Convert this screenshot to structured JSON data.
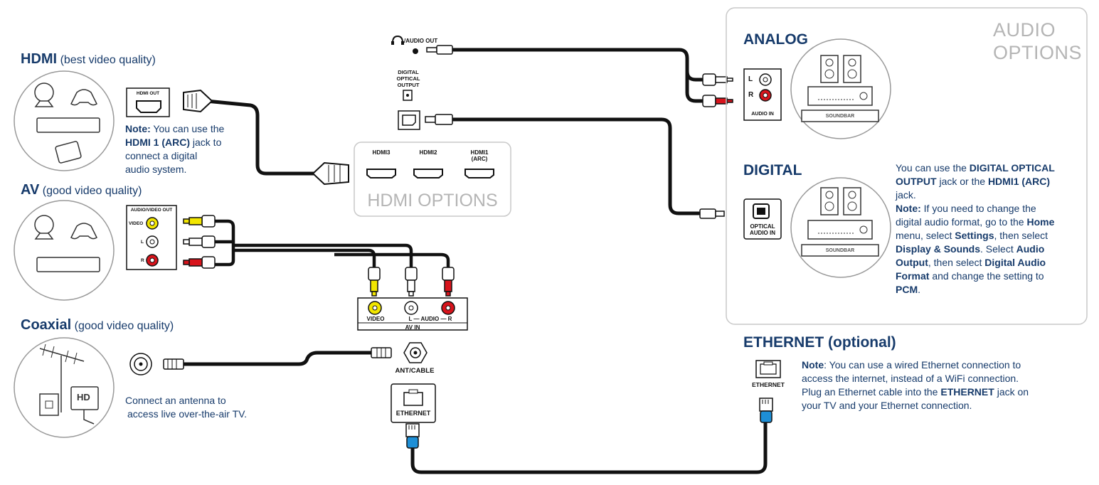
{
  "hdmi_section": {
    "title": "HDMI",
    "subtitle": "(best video quality)",
    "port_label": "HDMI OUT",
    "note_prefix": "Note:",
    "note_text1": " You can use the",
    "note_bold": "HDMI 1 (ARC)",
    "note_text2": " jack to",
    "note_line3": "connect a digital",
    "note_line4": "audio system."
  },
  "av_section": {
    "title": "AV",
    "subtitle": "(good video quality)",
    "port_header": "AUDIO/VIDEO OUT",
    "video_label": "VIDEO",
    "l_label": "L",
    "r_label": "R"
  },
  "coaxial_section": {
    "title": "Coaxial",
    "subtitle": "(good video quality)",
    "hd_label": "HD",
    "note_line1": "Connect an antenna to",
    "note_line2": "access live over-the-air TV."
  },
  "tv_panel": {
    "audio_out_label": "/AUDIO OUT",
    "optical_label_1": "DIGITAL",
    "optical_label_2": "OPTICAL",
    "optical_label_3": "OUTPUT",
    "hdmi3": "HDMI3",
    "hdmi2": "HDMI2",
    "hdmi1_line1": "HDMI1",
    "hdmi1_line2": "(ARC)",
    "hdmi_options": "HDMI OPTIONS",
    "av_in_video": "VIDEO",
    "av_in_audio": "L — AUDIO — R",
    "av_in_label": "AV IN",
    "ant_label": "ANT/CABLE",
    "ethernet_label": "ETHERNET"
  },
  "audio_panel": {
    "title_line1": "AUDIO",
    "title_line2": "OPTIONS",
    "analog_title": "ANALOG",
    "analog_l": "L",
    "analog_r": "R",
    "analog_in_label": "AUDIO IN",
    "soundbar_label": "SOUNDBAR",
    "digital_title": "DIGITAL",
    "optical_in_line1": "OPTICAL",
    "optical_in_line2": "AUDIO IN",
    "digital_note_1a": "You can use the ",
    "digital_note_1b": "DIGITAL OPTICAL",
    "digital_note_2a": "OUTPUT",
    "digital_note_2b": " jack or the ",
    "digital_note_2c": "HDMI1 (ARC)",
    "digital_note_3": "jack.",
    "digital_note_4a": "Note:",
    "digital_note_4b": " If you need to change the",
    "digital_note_5a": "digital audio format, go to the ",
    "digital_note_5b": "Home",
    "digital_note_6a": "menu, select ",
    "digital_note_6b": "Settings",
    "digital_note_6c": ", then select",
    "digital_note_7a": "Display & Sounds",
    "digital_note_7b": ". Select ",
    "digital_note_7c": "Audio",
    "digital_note_8a": "Output",
    "digital_note_8b": ", then select ",
    "digital_note_8c": "Digital Audio",
    "digital_note_9a": "Format",
    "digital_note_9b": " and change the setting to",
    "digital_note_10": "PCM",
    "digital_note_10b": "."
  },
  "ethernet_section": {
    "title": "ETHERNET (optional)",
    "port_label": "ETHERNET",
    "note_prefix": "Note",
    "note_1": ": You can use a wired Ethernet connection to",
    "note_2": "access the internet, instead of a WiFi connection.",
    "note_3a": "Plug an Ethernet cable into the ",
    "note_3b": "ETHERNET",
    "note_3c": " jack on",
    "note_4": "your TV and your Ethernet connection."
  },
  "colors": {
    "navy": "#173b6b",
    "cable": "#111111",
    "yellow": "#f2e600",
    "red": "#d8141c",
    "blue": "#1e8fd6",
    "panel_border": "#c9c9c9",
    "faint_text": "#b5b5b5"
  }
}
